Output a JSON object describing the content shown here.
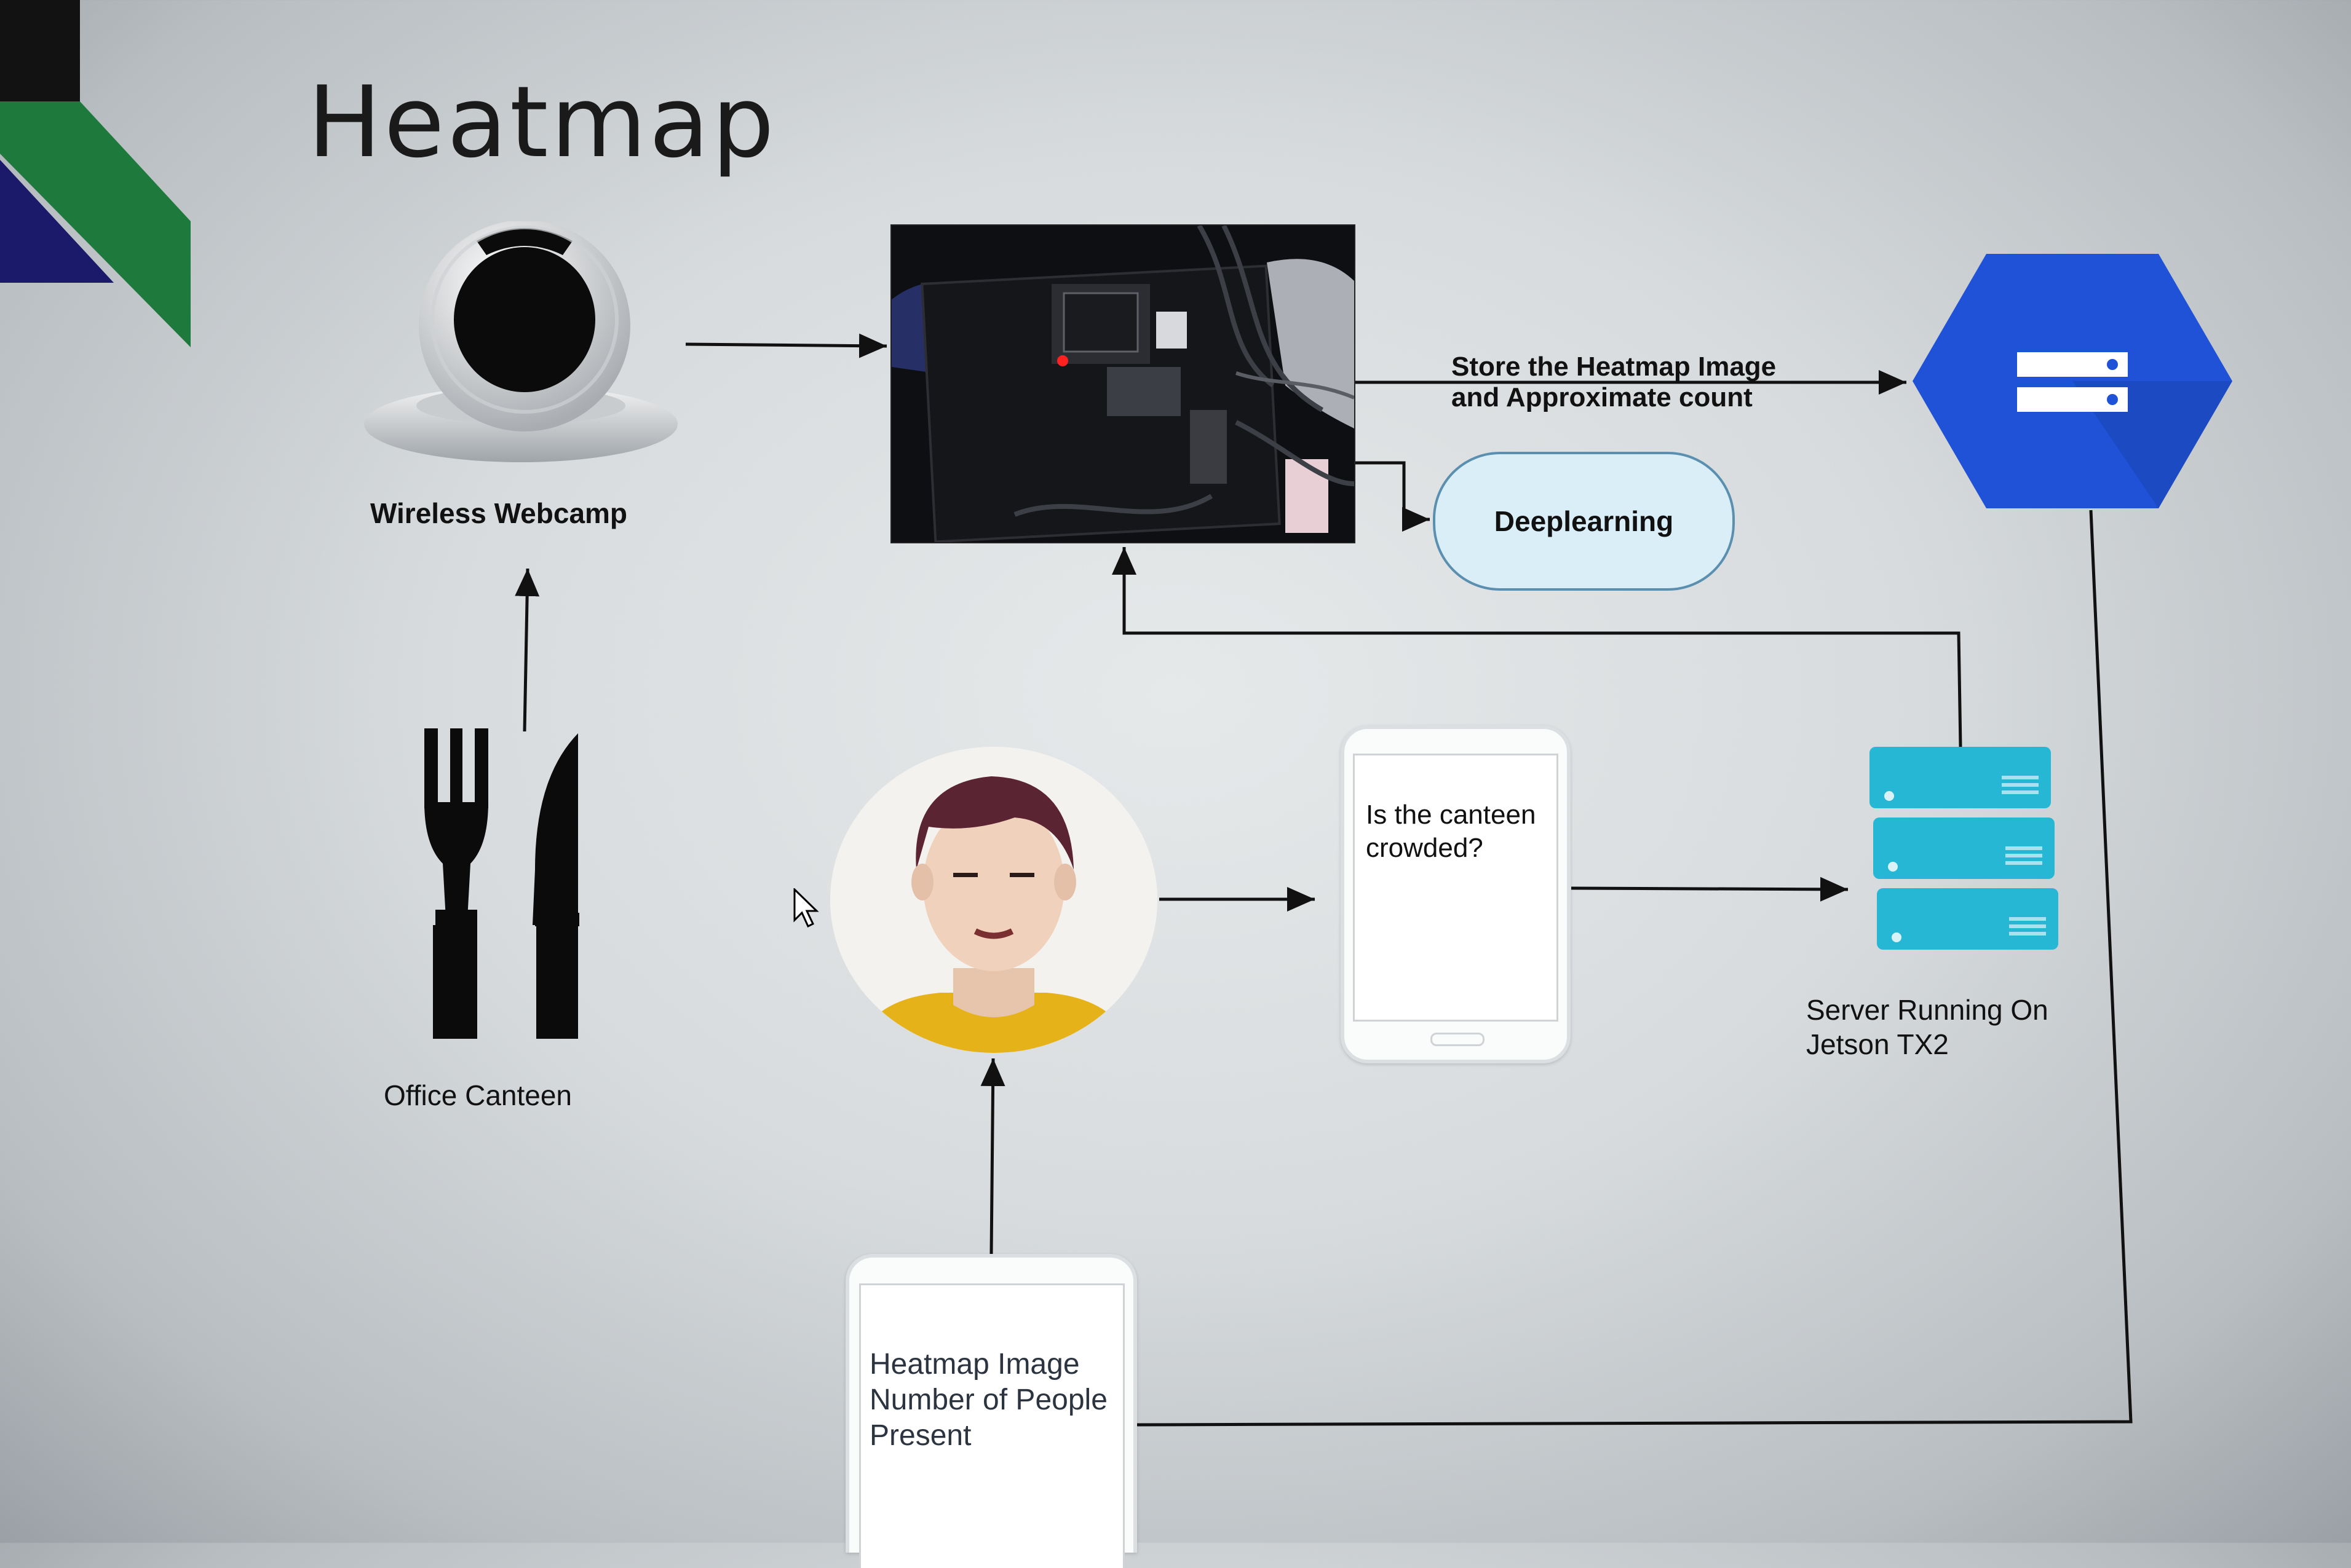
{
  "title": "Heatmap",
  "nodes": {
    "webcam_label": "Wireless Webcamp",
    "canteen_label": "Office Canteen",
    "store_label_line1": "Store the Heatmap Image",
    "store_label_line2": "and Approximate count",
    "deeplearning_label": "Deeplearning",
    "phone_question_line1": "Is the canteen",
    "phone_question_line2": "crowded?",
    "server_label_line1": "Server Running On",
    "server_label_line2": "Jetson TX2",
    "result_line1": "Heatmap Image",
    "result_line2": "Number of People",
    "result_line3": "Present"
  },
  "colors": {
    "storage_hex": "#1f52d6",
    "server": "#26b7d4",
    "deeplearning_fill": "#d9eef7",
    "avatar_shirt": "#e6b21a",
    "corner_green": "#1e7a3c",
    "corner_navy": "#1b1a6a"
  },
  "icons": [
    "webcam-icon",
    "fork-knife-icon",
    "board-photo",
    "storage-hexagon-icon",
    "server-stack-icon",
    "person-avatar-icon",
    "smartphone-icon",
    "cursor-icon"
  ]
}
